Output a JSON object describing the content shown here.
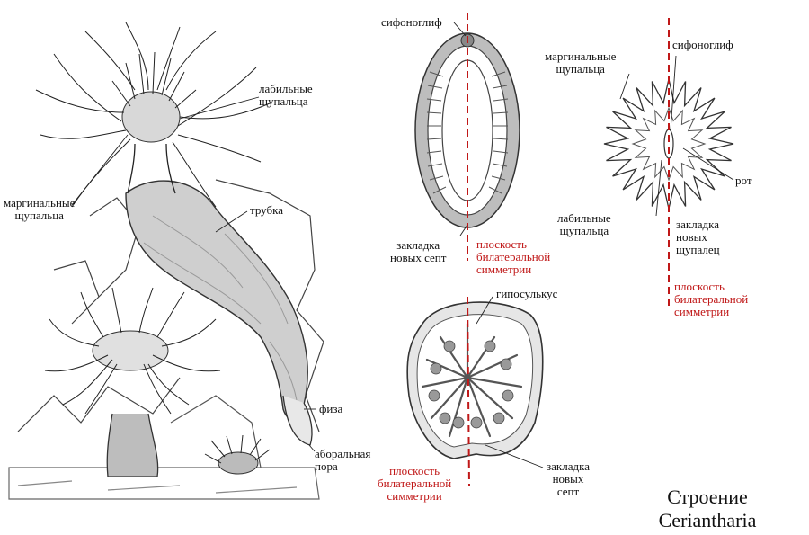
{
  "colors": {
    "ink": "#222222",
    "red_axis": "#c01818",
    "tissue": "#777777",
    "background": "#ffffff"
  },
  "left_figure": {
    "labial_tentacles": "лабильные\nщупальца",
    "marginal_tentacles": "маргинальные\nщупальца",
    "tube": "трубка",
    "physa": "физа",
    "aboral_pore": "аборальная\nпора"
  },
  "oral_section": {
    "siphonoglyph": "сифоноглиф",
    "new_septa_site": "закладка\nновых септ",
    "symmetry_plane": "плоскость\nбилатеральной\nсимметрии"
  },
  "cross_section": {
    "hyposulcus": "гипосулькус",
    "symmetry_plane": "плоскость\nбилатеральной\nсимметрии",
    "new_septa_site": "закладка\nновых\nсепт"
  },
  "oral_disc": {
    "marginal_tentacles": "маргинальные\nщупальца",
    "siphonoglyph": "сифоноглиф",
    "mouth": "рот",
    "labial_tentacles": "лабильные\nщупальца",
    "new_tentacles_site": "закладка\nновых\nщупалец",
    "symmetry_plane": "плоскость\nбилатеральной\nсимметрии"
  },
  "caption": {
    "line1": "Строение",
    "line2": "Ceriantharia"
  }
}
